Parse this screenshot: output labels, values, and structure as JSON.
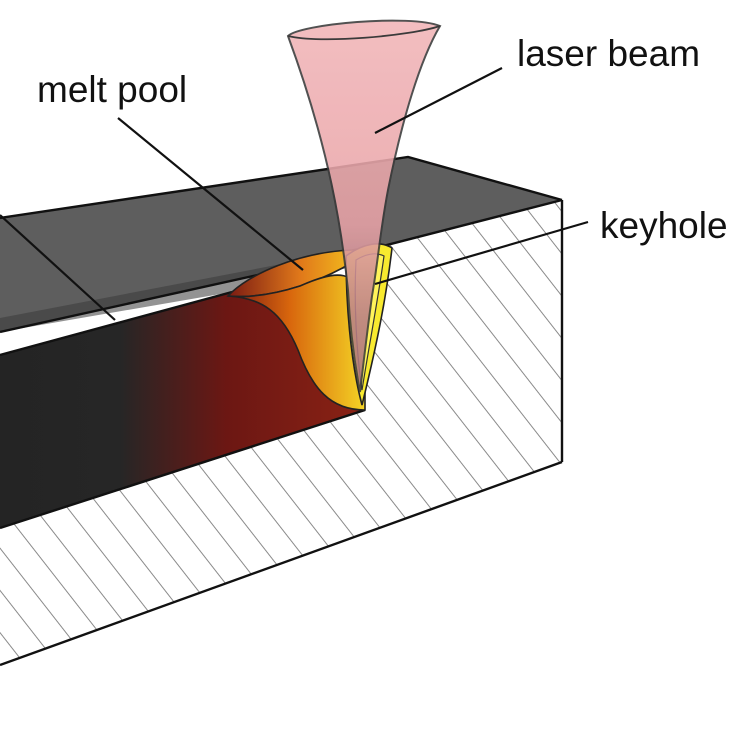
{
  "labels": {
    "melt_pool": "melt pool",
    "laser_beam": "laser beam",
    "keyhole": "keyhole"
  },
  "colors": {
    "top_surface": "#5e5e5e",
    "seam_dark": "#262626",
    "hatch_background": "#ffffff",
    "hatch_lines": "#8a8a8a",
    "beam_fill": "#f2b6b9",
    "beam_stroke": "#3a3a3a",
    "melt_red": "#7a1712",
    "melt_orange": "#e07a10",
    "melt_yellow": "#f7e22a",
    "keyhole_yellow": "#fff45a"
  }
}
